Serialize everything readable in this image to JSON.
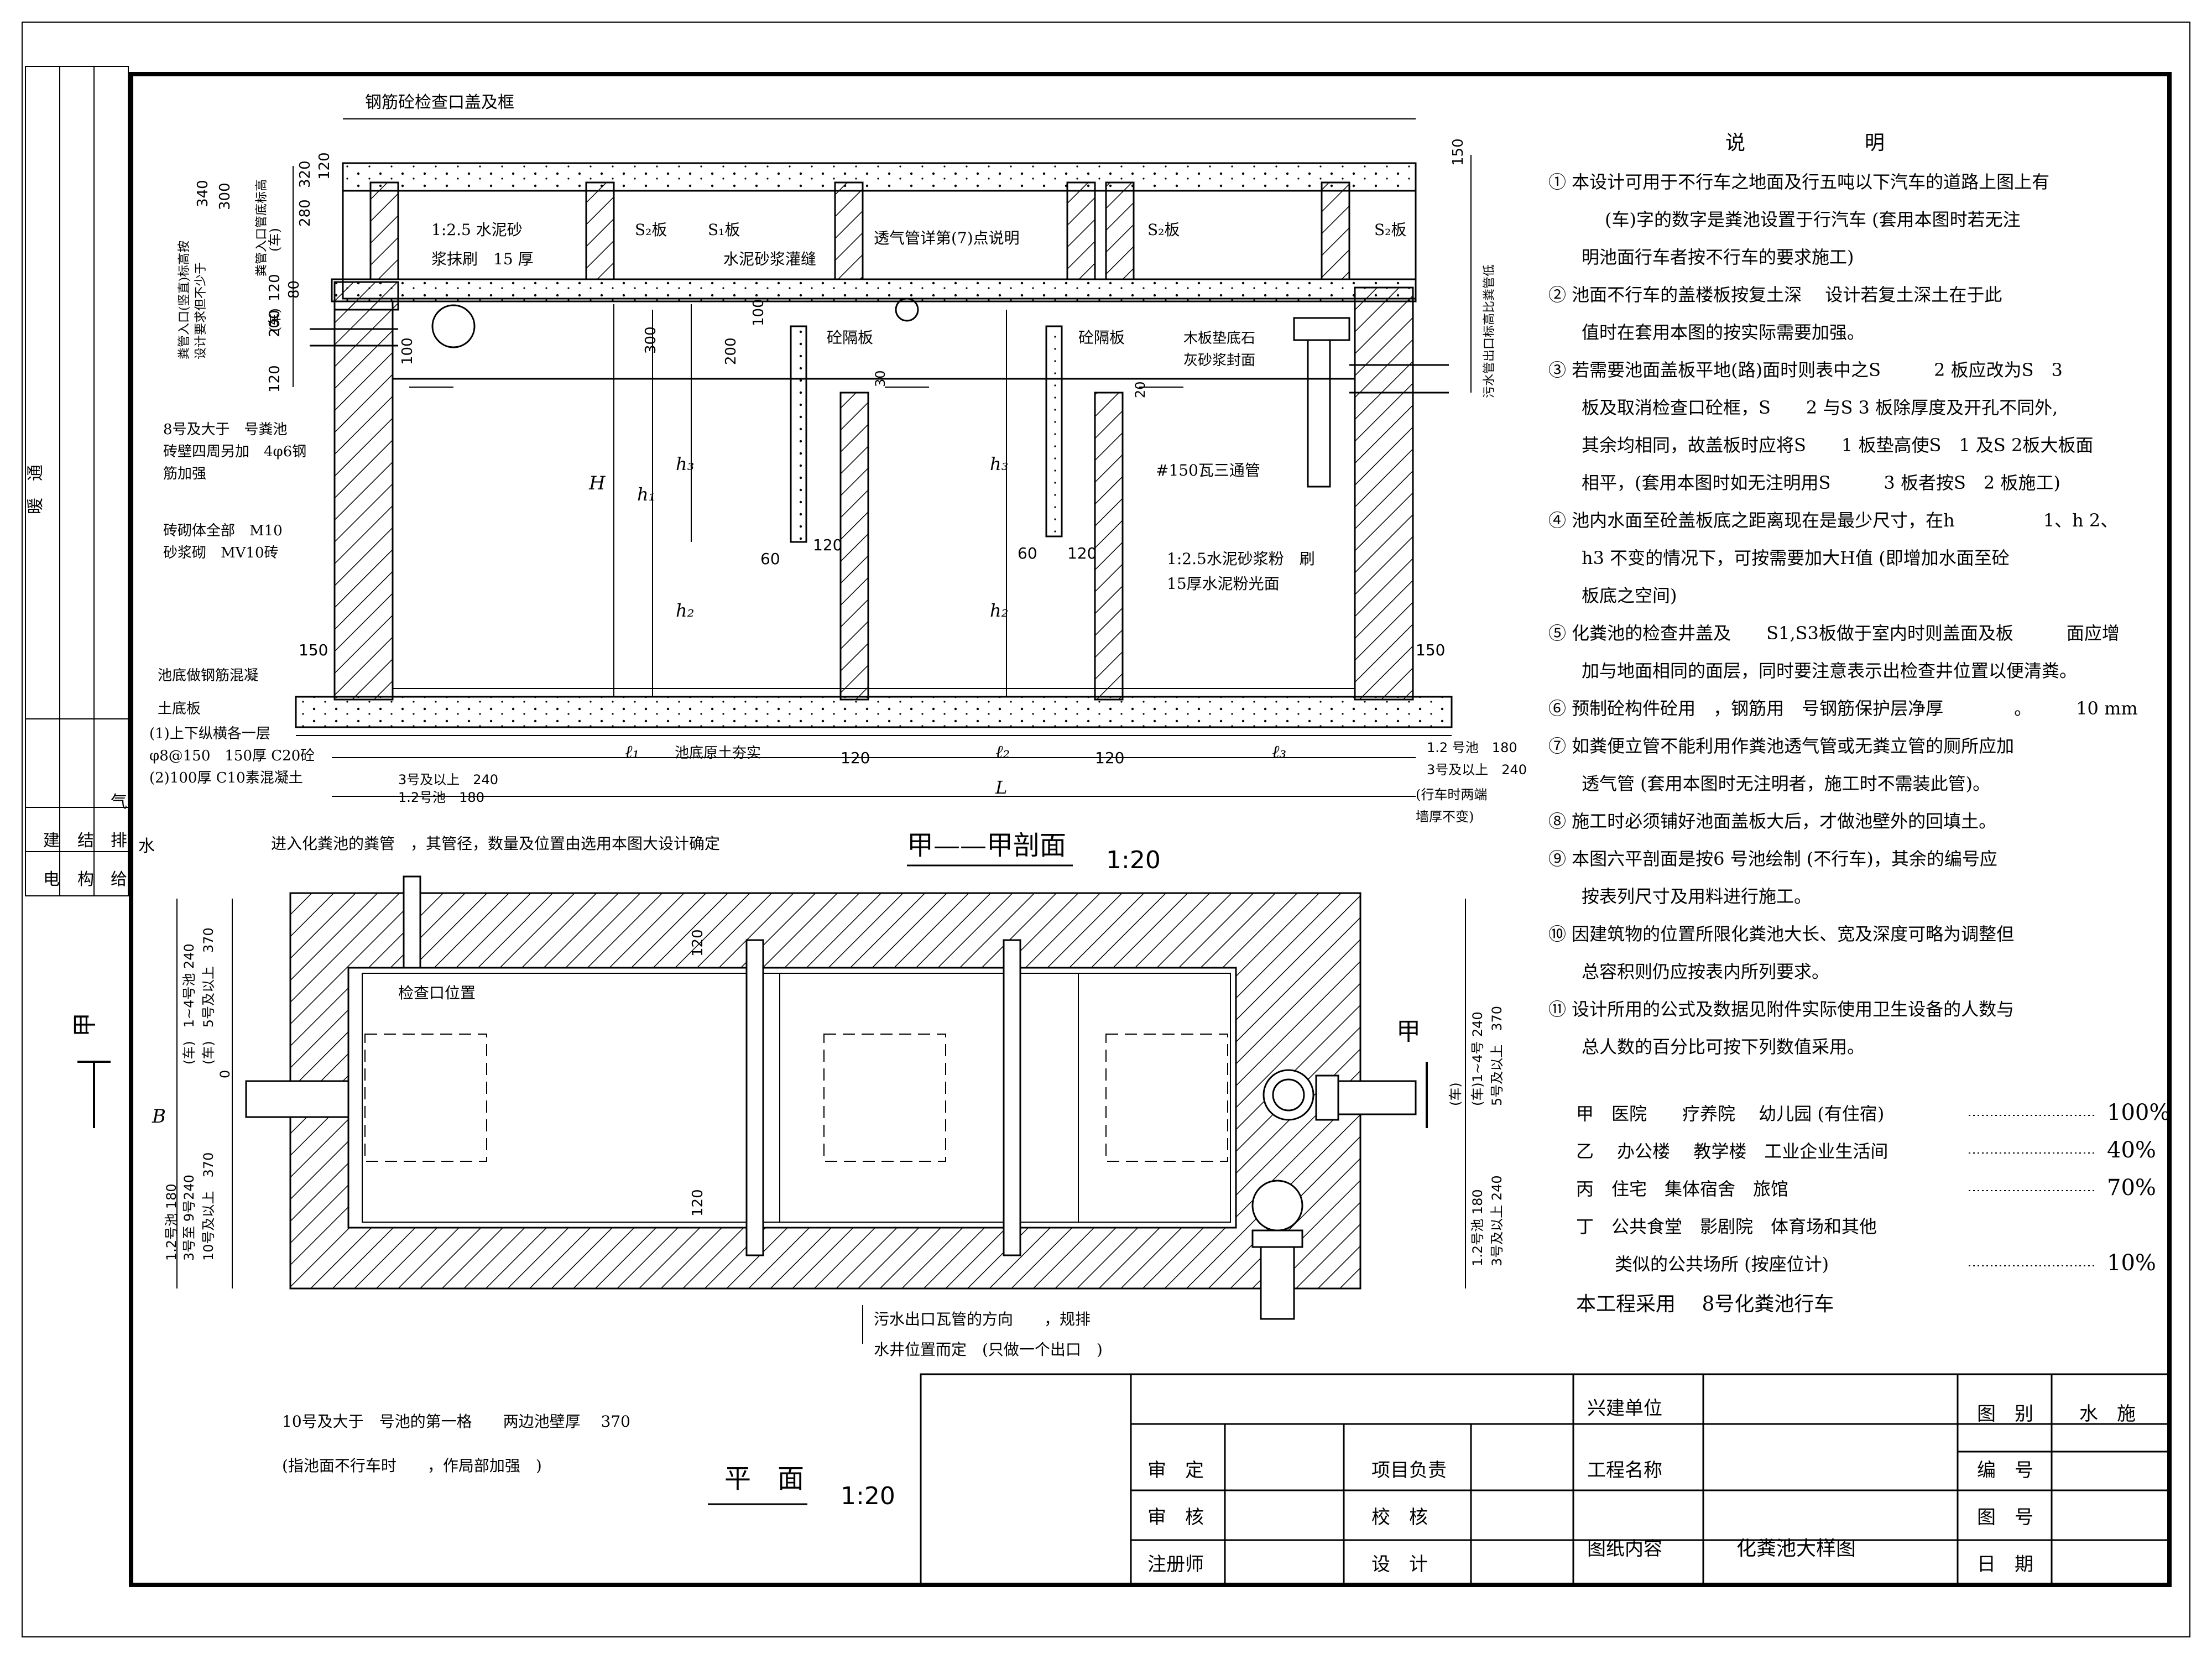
{
  "drawing": {
    "top_title": "钢筋砼检查口盖及框",
    "labels": {
      "mortar_1": "1:2.5 水泥砂",
      "mortar_2": "浆抹刷　15 厚",
      "s2_a": "S₂板",
      "s1": "S₁板",
      "grout": "水泥砂浆灌缝",
      "vent_note": "透气管详第(7)点说明",
      "s2_b": "S₂板",
      "s2_c": "S₂板",
      "partition_1": "砼隔板",
      "partition_2": "砼隔板",
      "wood_1": "木板垫底石",
      "wood_2": "灰砂浆封面",
      "pipe150": "#150瓦三通管",
      "plaster_1": "1:2.5水泥砂浆粉　刷",
      "plaster_2": "15厚水泥粉光面",
      "rebar_1": "8号及大于　号粪池",
      "rebar_2": "砖壁四周另加　4φ6钢",
      "rebar_3": "筋加强",
      "brick_1": "砖砌体全部　M10",
      "brick_2": "砂浆砌　MV10砖",
      "slab_1": "池底做钢筋混凝",
      "slab_2": "土底板",
      "slab_3": "(1)上下纵横各一层",
      "slab_4": "φ8@150　150厚 C20砼",
      "slab_5": "(2)100厚 C10素混凝土",
      "soil": "池底原土夯实",
      "left_v1": "粪管入口(竖直)标高按",
      "left_v2": "设计要求但不少于",
      "left_v3": "粪管入口管底标高",
      "right_v1": "污水管出口标高比粪管低",
      "dims": {
        "d300": "300",
        "d340": "340",
        "d320": "320",
        "d280": "280",
        "d120a": "120",
        "d120b": "120",
        "d80": "80",
        "d200": "200",
        "d100": "100",
        "d150top": "150",
        "d120l": "120",
        "d300m": "300",
        "d200m": "200",
        "d100m": "100",
        "d30": "30",
        "d20": "20",
        "d60a": "60",
        "d120c": "120",
        "d60b": "60",
        "d120d": "120",
        "d150l": "150",
        "d150r": "150",
        "H": "H",
        "h1": "h₁",
        "h3a": "h₃",
        "h2a": "h₂",
        "h3b": "h₃",
        "h2b": "h₂",
        "l1": "ℓ₁",
        "l2": "ℓ₂",
        "l3": "ℓ₃",
        "L": "L",
        "d120e": "120",
        "d120f": "120",
        "bl1": "3号及以上　240",
        "bl2": "1.2号池　180",
        "br1": "1.2 号池　180",
        "br2": "3号及以上　240",
        "br3": "(行车时两端",
        "br4": "墙厚不变)",
        "che": "(车)",
        "che2": "(车)"
      },
      "section_title": "甲——甲剖面",
      "section_scale": "1:20"
    },
    "plan": {
      "inlet_note": "进入化粪池的粪管　，其管径，数量及位置由选用本图大设计确定",
      "inspection": "检查口位置",
      "outlet_1": "污水出口瓦管的方向　　，规排",
      "outlet_2": "水井位置而定　(只做一个出口　)",
      "note_1": "10号及大于　号池的第一格　　两边池壁厚　 370",
      "note_2": "(指池面不行车时　　，作局部加强　)",
      "title": "平　面",
      "scale": "1:20",
      "jia_left": "甲",
      "jia_right": "甲",
      "B": "B",
      "d120top": "120",
      "d120bot": "120",
      "left_dims": {
        "a": "(车)　1~4号池 240",
        "b": "(车)　5号及以上　370",
        "c": "1.2号池 180",
        "d": "3号至 9号240",
        "e": "10号及以上　370",
        "zero": "0"
      },
      "right_dims": {
        "a": "(车)1~4号 240",
        "b": "5号及以上　370",
        "c": "1.2号池 180",
        "d": "3号及以上 240",
        "e": "(车)"
      }
    },
    "left_strip": {
      "tong": "暖　通",
      "items": [
        "建",
        "结",
        "电",
        "构",
        "排",
        "气",
        "给",
        "水"
      ]
    }
  },
  "notes": {
    "heading": "说　　　　　　明",
    "lines": [
      "① 本设计可用于不行车之地面及行五吨以下汽车的道路上图上有",
      "　(车)字的数字是粪池设置于行汽车 (套用本图时若无注",
      "明池面行车者按不行车的要求施工)",
      "② 池面不行车的盖楼板按复土深　 设计若复土深土在于此",
      "值时在套用本图的按实际需要加强。",
      "③ 若需要池面盖板平地(路)面时则表中之S　　　2 板应改为S　3",
      "板及取消检查口砼框，S　　2 与S 3 板除厚度及开孔不同外,",
      "其余均相同，故盖板时应将S　　1 板垫高使S　1 及S 2板大板面",
      "相平，(套用本图时如无注明用S　　　3 板者按S　2 板施工)",
      "④ 池内水面至砼盖板底之距离现在是最少尺寸，在h　　　　　1、h 2、",
      "h3 不变的情况下，可按需要加大H值 (即增加水面至砼",
      "板底之空间)",
      "⑤ 化粪池的检查井盖及　　S1,S3板做于室内时则盖面及板　　　面应增",
      "加与地面相同的面层，同时要注意表示出检查井位置以便清粪。",
      "⑥ 预制砼构件砼用　，钢筋用　号钢筋保护层净厚　　　　。　　　10 mm",
      "⑦ 如粪便立管不能利用作粪池透气管或无粪立管的厕所应加",
      "透气管 (套用本图时无注明者，施工时不需装此管)。",
      "⑧ 施工时必须铺好池面盖板大后，才做池壁外的回填土。",
      "⑨ 本图六平剖面是按6 号池绘制 (不行车)，其余的编号应",
      "按表列尺寸及用料进行施工。",
      "⑩ 因建筑物的位置所限化粪池大长、宽及深度可略为调整但",
      "总容积则仍应按表内所列要求。",
      "⑪ 设计所用的公式及数据见附件实际使用卫生设备的人数与",
      "总人数的百分比可按下列数值采用。"
    ],
    "table": [
      {
        "name": "甲　医院　　疗养院　 幼儿园 (有住宿)",
        "pct": "100%"
      },
      {
        "name": "乙　 办公楼　 教学楼　工业企业生活间",
        "pct": "40%"
      },
      {
        "name": "丙　住宅　集体宿舍　旅馆",
        "pct": "70%"
      },
      {
        "name": "丁　公共食堂　影剧院　体育场和其他",
        "pct": ""
      },
      {
        "name": "类似的公共场所 (按座位计)",
        "pct": "10%"
      }
    ],
    "final": "本工程采用　 8号化粪池行车"
  },
  "title_block": {
    "xjdw": "兴建单位",
    "gcmc": "工程名称",
    "tznr": "图纸内容",
    "tznr_val": "化粪池大样图",
    "tubie": "图　别",
    "tubie_val": "水　施",
    "bianhao": "编　号",
    "tuhao": "图　号",
    "riqi": "日　期",
    "shending": "审　定",
    "shenhe": "审　核",
    "zhuceshi": "注册师",
    "xmfz": "项目负责",
    "jiaodui": "校　核",
    "sheji": "设　计"
  }
}
